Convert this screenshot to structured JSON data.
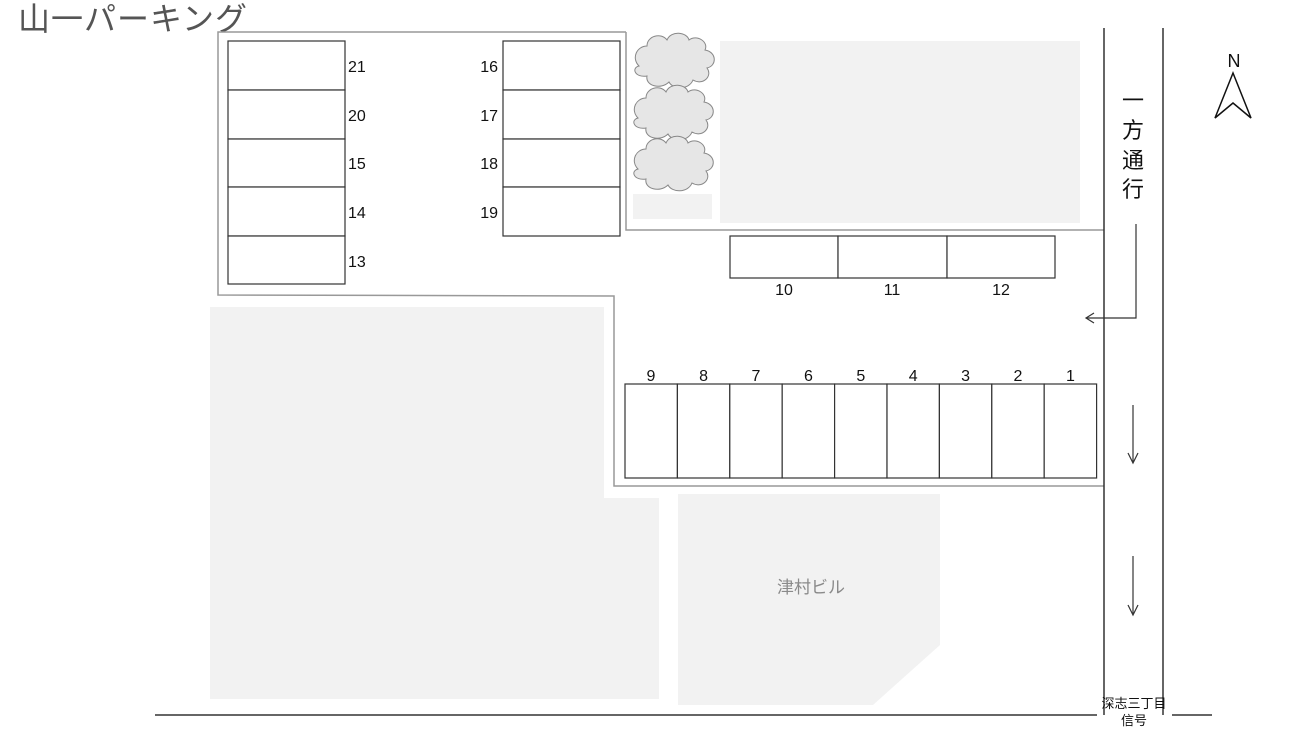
{
  "title": "山一パーキング",
  "colors": {
    "building": "#f2f2f2",
    "line": "#333333",
    "lot_border": "#999999"
  },
  "spaces_left_col": [
    "21",
    "20",
    "15",
    "14",
    "13"
  ],
  "spaces_mid_col": [
    "16",
    "17",
    "18",
    "19"
  ],
  "spaces_top_row": [
    "10",
    "11",
    "12"
  ],
  "spaces_bottom_row": [
    "9",
    "8",
    "7",
    "6",
    "5",
    "4",
    "3",
    "2",
    "1"
  ],
  "building_label": "津村ビル",
  "one_way_label": [
    "一",
    "方",
    "通",
    "行"
  ],
  "signal_label": [
    "深志三丁目",
    "信号"
  ],
  "north_label": "N",
  "trees": [
    "tree-icon",
    "tree-icon",
    "tree-icon"
  ]
}
